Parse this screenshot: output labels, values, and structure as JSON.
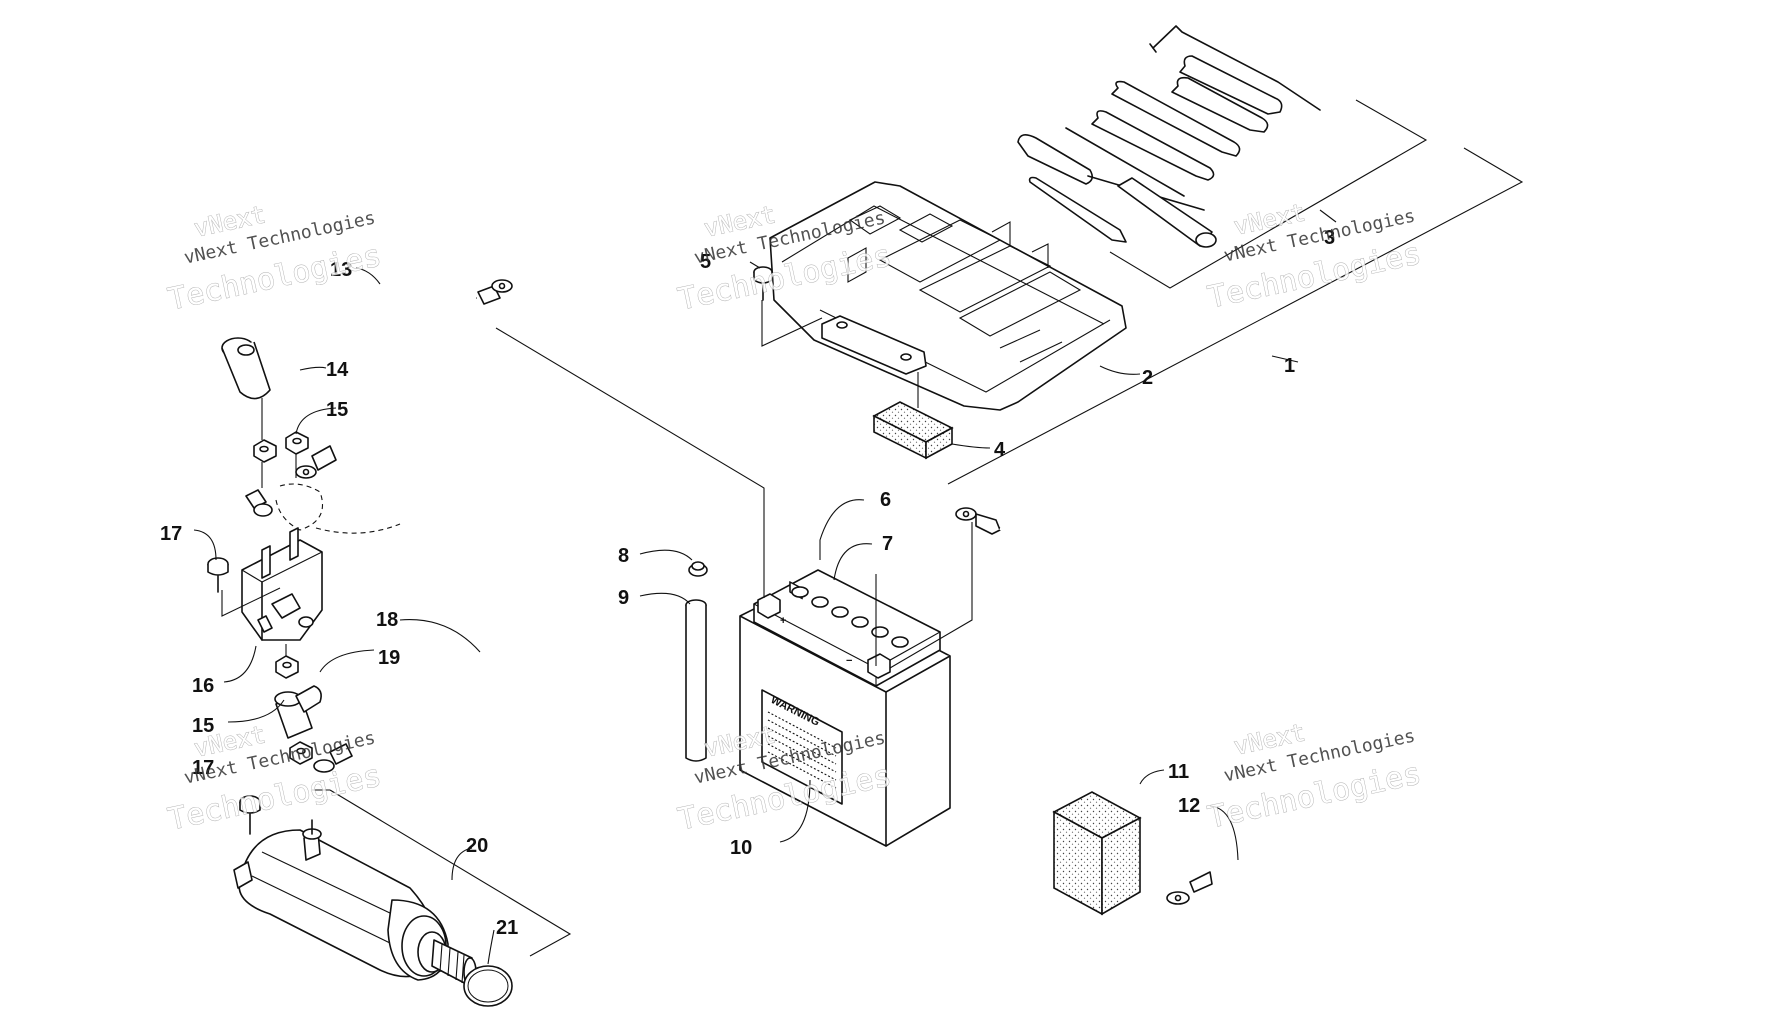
{
  "callouts": {
    "c1": "1",
    "c2": "2",
    "c3": "3",
    "c4": "4",
    "c5": "5",
    "c6": "6",
    "c7": "7",
    "c8": "8",
    "c9": "9",
    "c10": "10",
    "c11": "11",
    "c12": "12",
    "c13": "13",
    "c14": "14",
    "c15a": "15",
    "c15b": "15",
    "c16": "16",
    "c17a": "17",
    "c17b": "17",
    "c18": "18",
    "c19": "19",
    "c20": "20",
    "c21": "21"
  },
  "watermark": {
    "short": "vNext",
    "full": "vNext Technologies",
    "big": "Technologies"
  },
  "battery": {
    "warning": "WARNING",
    "plus": "+",
    "minus": "−"
  }
}
